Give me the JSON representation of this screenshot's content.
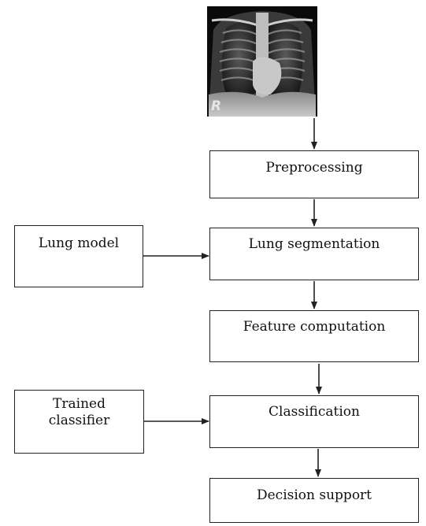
{
  "xray": {
    "image": "chest-xray",
    "marker": "R"
  },
  "pipeline": {
    "preprocessing": "Preprocessing",
    "lung_segmentation": "Lung segmentation",
    "feature_computation": "Feature computation",
    "classification": "Classification",
    "decision_support": "Decision support"
  },
  "inputs": {
    "lung_model": "Lung model",
    "trained_classifier_line1": "Trained",
    "trained_classifier_line2": "classifier"
  },
  "colors": {
    "line": "#222222",
    "background": "#ffffff"
  }
}
